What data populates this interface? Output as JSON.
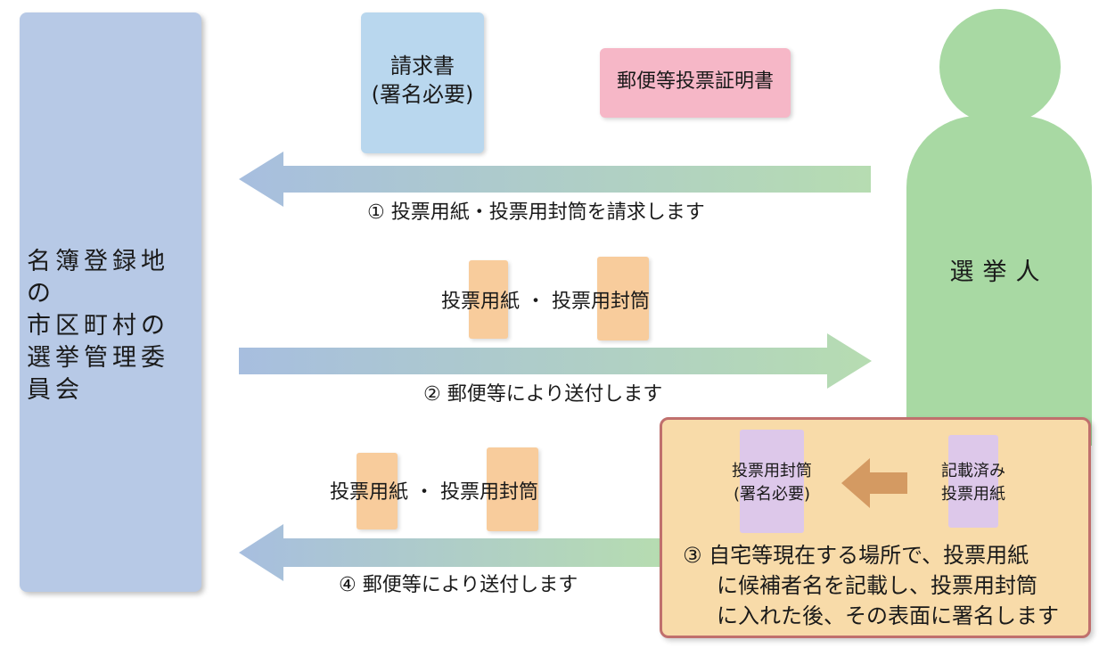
{
  "committee": {
    "lines": [
      "名簿登録地の",
      "市区町村の",
      "選挙管理委員会"
    ]
  },
  "request_document": {
    "line1": "請求書",
    "line2": "(署名必要)"
  },
  "certificate": {
    "label": "郵便等投票証明書"
  },
  "voter": {
    "label": "選挙人"
  },
  "steps": {
    "step1": "① 投票用紙・投票用封筒を請求します",
    "step2": "② 郵便等により送付します",
    "step4": "④ 郵便等により送付します",
    "step3_lines": [
      "③ 自宅等現在する場所で、投票用紙",
      "に候補者名を記載し、投票用封筒",
      "に入れた後、その表面に署名します"
    ]
  },
  "items_outbound": {
    "label": "投票用紙 ・ 投票用封筒"
  },
  "items_return": {
    "label": "投票用紙 ・ 投票用封筒"
  },
  "step3_items": {
    "envelope_line1": "投票用封筒",
    "envelope_line2": "(署名必要)",
    "filled_ballot_line1": "記載済み",
    "filled_ballot_line2": "投票用紙"
  },
  "colors": {
    "committee": "#b7c9e6",
    "request_document": "#b9d7ee",
    "certificate": "#f6b7c7",
    "voter": "#a8d9a3",
    "envelope": "#f8cc9c",
    "step3_box": "#f8dba9",
    "step3_border": "#c0706d",
    "purple_item": "#ddc8ea",
    "arrow_blue": "#a7bedf",
    "arrow_green": "#b6dcb1",
    "small_arrow": "#d49a62"
  }
}
